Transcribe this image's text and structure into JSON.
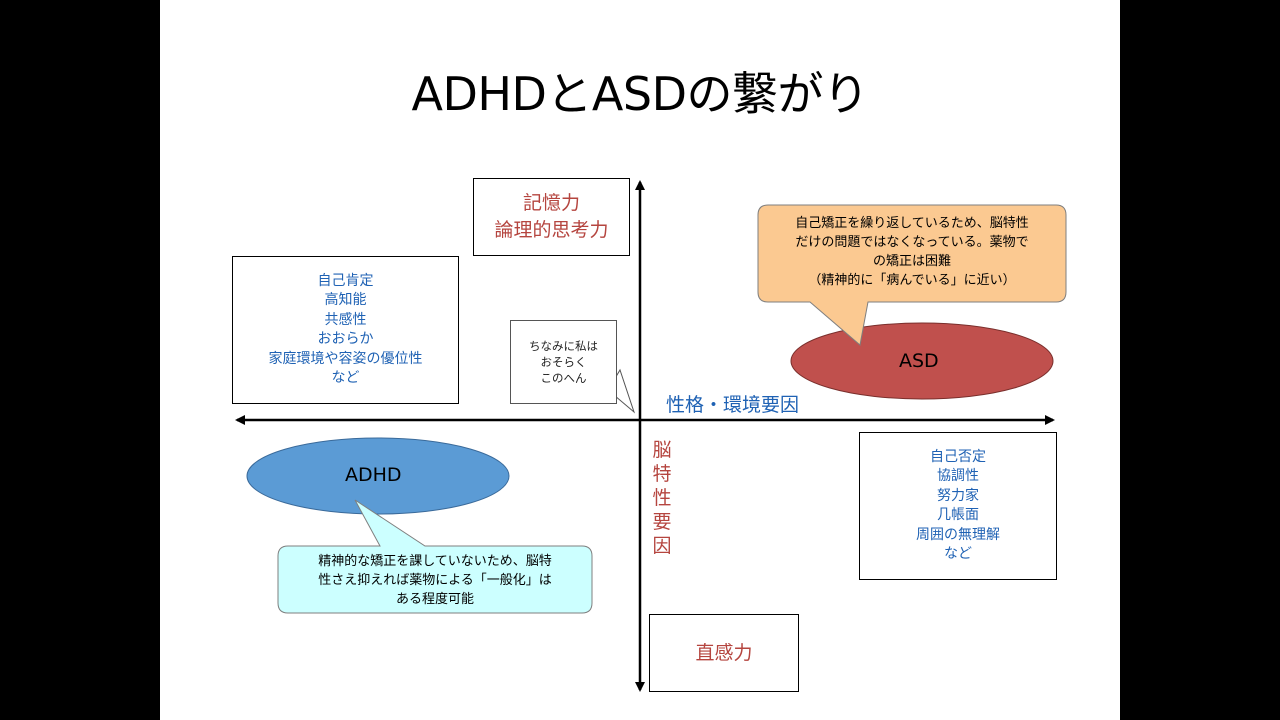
{
  "title": "ADHDとASDの繋がり",
  "axes": {
    "horizontal_label": "性格・環境要因",
    "vertical_label": [
      "脳",
      "特",
      "性",
      "要",
      "因"
    ]
  },
  "top_box": [
    "記憶力",
    "論理的思考力"
  ],
  "bottom_box": [
    "直感力"
  ],
  "left_box": [
    "自己肯定",
    "高知能",
    "共感性",
    "おおらか",
    "家庭環境や容姿の優位性",
    "など"
  ],
  "right_box": [
    "自己否定",
    "協調性",
    "努力家",
    "几帳面",
    "周囲の無理解",
    "など"
  ],
  "note_box": [
    "ちなみに私は",
    "おそらく",
    "このへん"
  ],
  "asd": {
    "label": "ASD",
    "callout": [
      "自己矯正を繰り返しているため、脳特性",
      "だけの問題ではなくなっている。薬物で",
      "の矯正は困難",
      "（精神的に「病んでいる」に近い）"
    ]
  },
  "adhd": {
    "label": "ADHD",
    "callout": [
      "精神的な矯正を課していないため、脳特",
      "性さえ抑えれば薬物による「一般化」は",
      "ある程度可能"
    ]
  },
  "colors": {
    "asd_fill": "#c0504d",
    "adhd_fill": "#5b9bd5",
    "asd_callout": "#fbc991",
    "adhd_callout": "#ccffff",
    "blue_text": "#1f62b4",
    "red_text": "#b5453f"
  }
}
